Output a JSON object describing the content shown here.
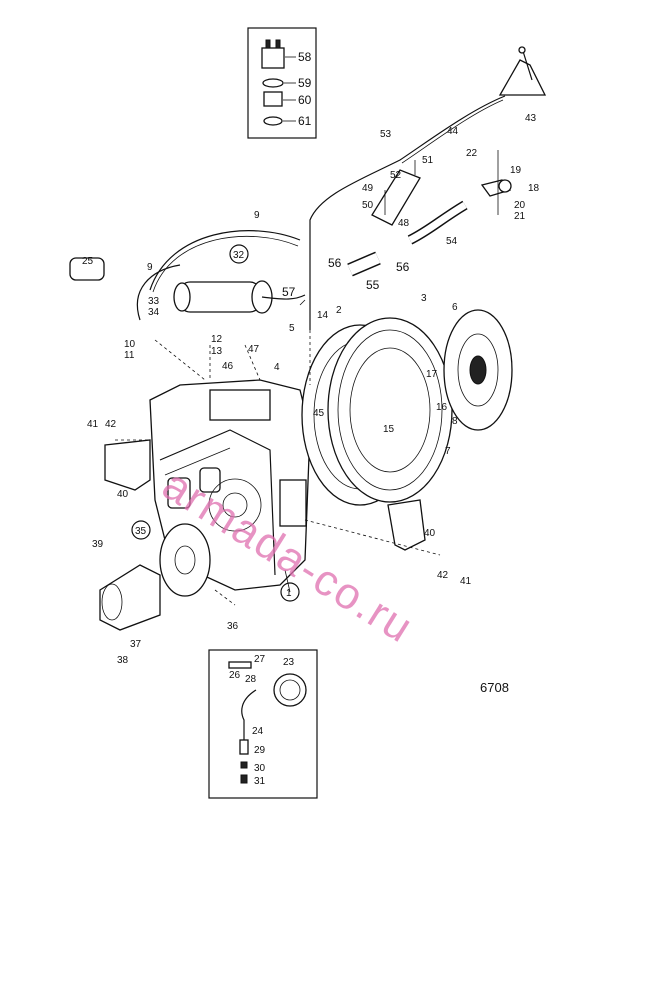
{
  "drawing_number": "6708",
  "watermark": "armada-co.ru",
  "callouts": {
    "c1": "1",
    "c2": "2",
    "c3": "3",
    "c4": "4",
    "c5": "5",
    "c6": "6",
    "c7": "7",
    "c8": "8",
    "c9a": "9",
    "c9b": "9",
    "c10": "10",
    "c11": "11",
    "c12": "12",
    "c13": "13",
    "c14": "14",
    "c15": "15",
    "c16": "16",
    "c17": "17",
    "c18": "18",
    "c19": "19",
    "c20": "20",
    "c21": "21",
    "c22": "22",
    "c23": "23",
    "c24": "24",
    "c25": "25",
    "c26": "26",
    "c27": "27",
    "c28": "28",
    "c29": "29",
    "c30": "30",
    "c31": "31",
    "c32": "32",
    "c33": "33",
    "c34": "34",
    "c35": "35",
    "c36": "36",
    "c37": "37",
    "c38": "38",
    "c39": "39",
    "c40a": "40",
    "c40b": "40",
    "c41a": "41",
    "c41b": "41",
    "c42a": "42",
    "c42b": "42",
    "c43": "43",
    "c44": "44",
    "c45": "45",
    "c46": "46",
    "c47": "47",
    "c48": "48",
    "c49": "49",
    "c50": "50",
    "c51": "51",
    "c52": "52",
    "c53": "53",
    "c54": "54",
    "c55": "55",
    "c56a": "56",
    "c56b": "56",
    "c57": "57",
    "c58": "58",
    "c59": "59",
    "c60": "60",
    "c61": "61"
  }
}
